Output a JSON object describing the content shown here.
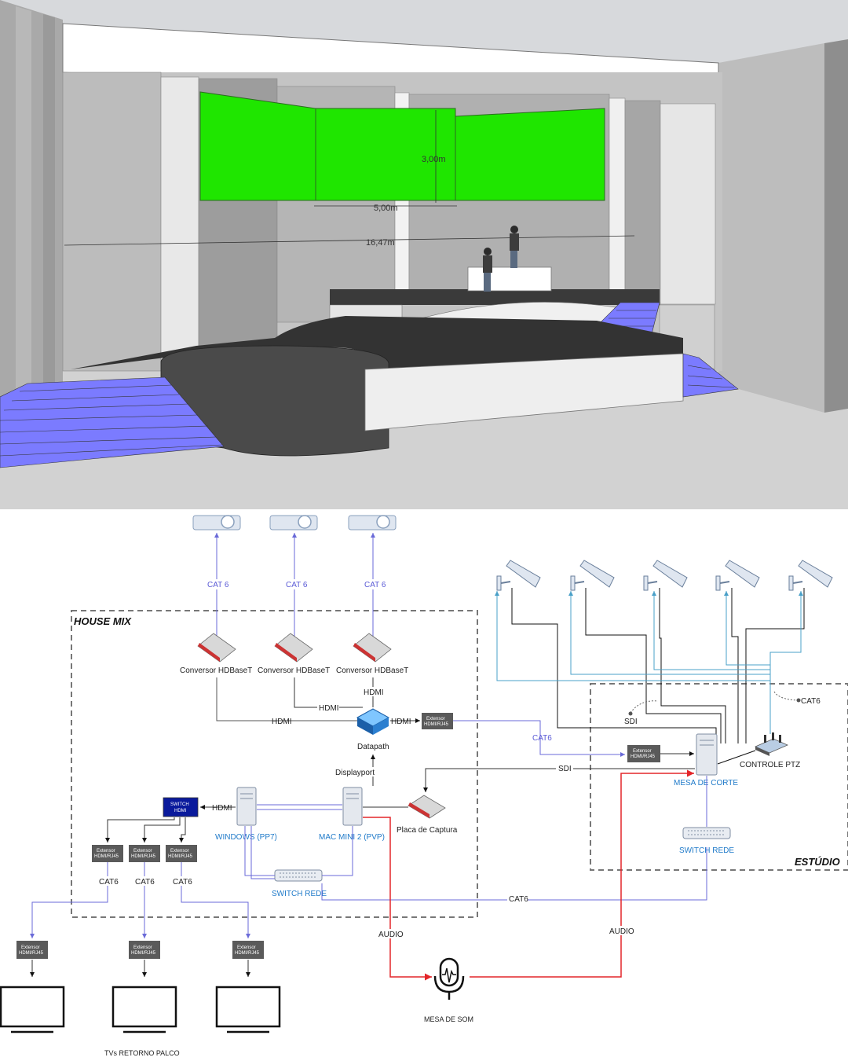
{
  "render": {
    "dimensions": {
      "height": "3,00m",
      "width": "5,00m",
      "total": "16,47m"
    }
  },
  "diagram": {
    "zones": {
      "house_mix": "HOUSE MIX",
      "estudio": "ESTÚDIO"
    },
    "labels": {
      "cat6": "CAT 6",
      "cat6_short": "CAT6",
      "cat6_dot": "CAT6",
      "hdmi": "HDMI",
      "displayport": "Displayport",
      "sdi": "SDI",
      "audio": "AUDIO"
    },
    "nodes": {
      "conversor": "Conversor HDBaseT",
      "datapath": "Datapath",
      "extensor": "Extensor HDMI/RJ45",
      "extensor_line1": "Extensor",
      "extensor_line2": "HDMI/RJ45",
      "switch_hdmi_line1": "SWITCH",
      "switch_hdmi_line2": "HDMI",
      "windows": "WINDOWS (PP7)",
      "mac": "MAC MINI 2 (PVP)",
      "placa": "Placa de Captura",
      "switch_rede": "SWITCH REDE",
      "mesa_corte": "MESA DE CORTE",
      "controle_ptz": "CONTROLE PTZ",
      "mesa_som": "MESA DE SOM",
      "tvs": "TVs RETORNO PALCO"
    }
  },
  "colors": {
    "screen_green": "#1fe600",
    "stairs": "#7b7bff",
    "link_purple": "#6a6ad8",
    "link_blue": "#4aa0c8",
    "audio_red": "#e3262a",
    "dark_device": "#5a5a5a",
    "switch_hdmi": "#0a1a9c"
  }
}
